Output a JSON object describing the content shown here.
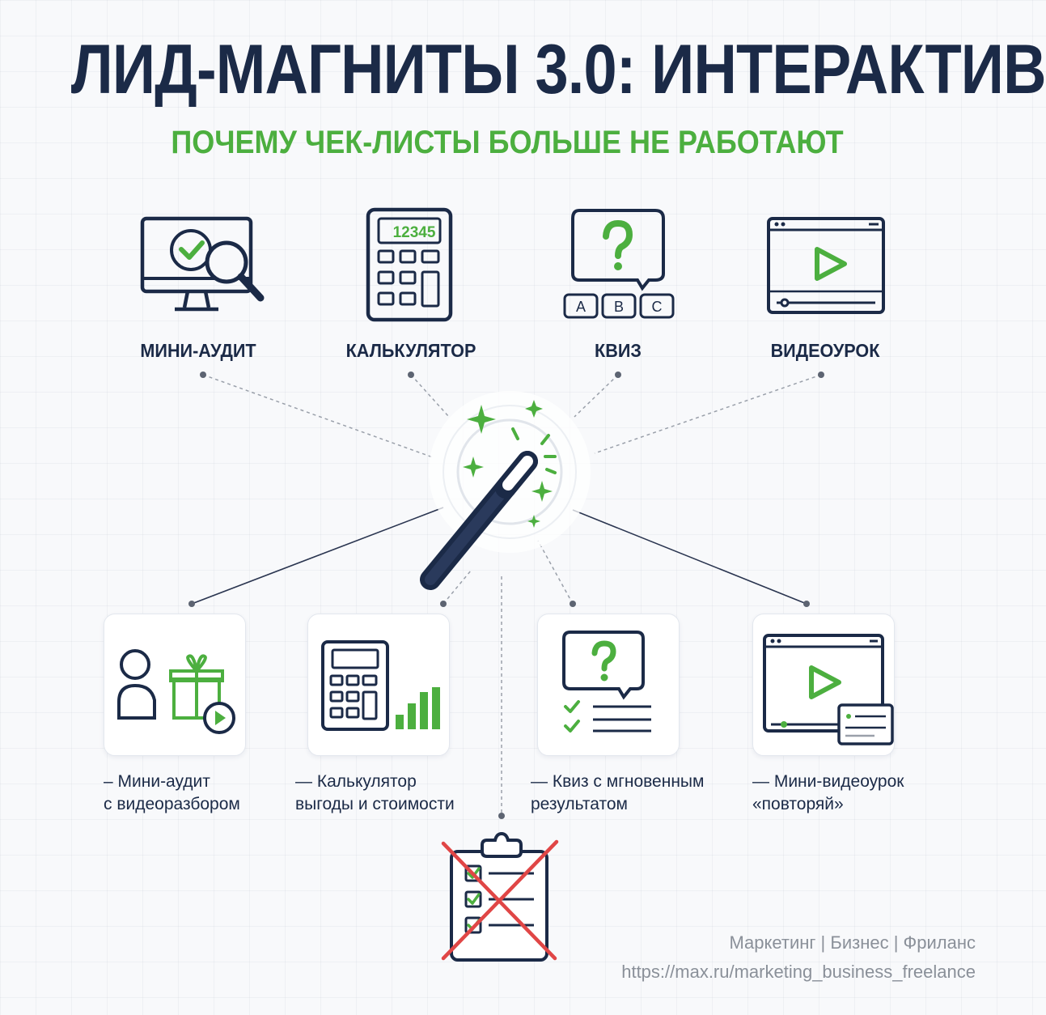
{
  "header": {
    "title": "ЛИД-МАГНИТЫ 3.0: ИНТЕРАКТИВ",
    "subtitle": "ПОЧЕМУ ЧЕК-ЛИСТЫ БОЛЬШЕ НЕ РАБОТАЮТ"
  },
  "top_items": [
    {
      "label": "МИНИ-АУДИТ",
      "icon": "monitor-magnifier-icon"
    },
    {
      "label": "КАЛЬКУЛЯТОР",
      "icon": "calculator-icon",
      "display": "12345"
    },
    {
      "label": "КВИЗ",
      "icon": "quiz-bubble-icon",
      "options": [
        "A",
        "B",
        "C"
      ]
    },
    {
      "label": "ВИДЕОУРОК",
      "icon": "video-player-icon"
    }
  ],
  "center": {
    "icon": "magic-wand-icon"
  },
  "bottom_items": [
    {
      "line1": "– Мини-аудит",
      "line2": "с видеоразбором",
      "icon": "person-gift-video-icon"
    },
    {
      "line1": "— Калькулятор",
      "line2": "выгоды и стоимости",
      "icon": "calculator-chart-icon"
    },
    {
      "line1": "— Квиз с мгновенным",
      "line2": "результатом",
      "icon": "quiz-checklist-icon"
    },
    {
      "line1": "— Мини-видеоурок",
      "line2": "«повторяй»",
      "icon": "video-replay-icon"
    }
  ],
  "crossed": {
    "icon": "crossed-checklist-icon"
  },
  "footer": {
    "line1": "Маркетинг | Бизнес | Фриланс",
    "line2": "https://max.ru/marketing_business_freelance"
  },
  "colors": {
    "navy": "#1b2a47",
    "green": "#4caf3f",
    "red": "#e04646"
  }
}
